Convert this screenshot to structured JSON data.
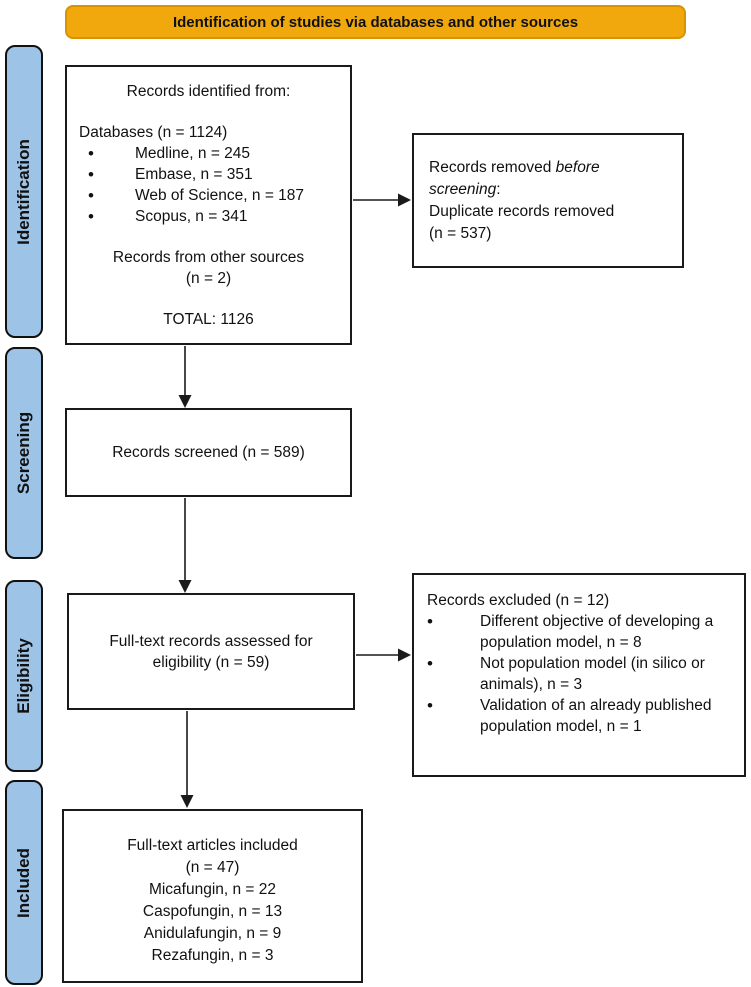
{
  "banner": {
    "title": "Identification of studies via databases and other sources"
  },
  "stages": [
    {
      "label": "Identification"
    },
    {
      "label": "Screening"
    },
    {
      "label": "Eligibility"
    },
    {
      "label": "Included"
    }
  ],
  "glyphs": {
    "bullet": "•"
  },
  "colors": {
    "banner_fill": "#F0A80C",
    "banner_border": "#D89204",
    "stage_fill": "#9DC3E6",
    "outline": "#1A1A1A"
  },
  "boxes": {
    "identified": {
      "heading": "Records identified from:",
      "databases_heading": "Databases (n = 1124)",
      "database_items": [
        "Medline, n = 245",
        "Embase, n = 351",
        "Web of Science, n = 187",
        "Scopus, n = 341"
      ],
      "other_sources_line1": "Records from other sources",
      "other_sources_line2": "(n = 2)",
      "total": "TOTAL: 1126"
    },
    "removed": {
      "line1_prefix": "Records removed ",
      "line1_italic": "before screening",
      "line1_suffix": ":",
      "line2": "Duplicate records removed",
      "line3": "(n = 537)"
    },
    "screened": {
      "text": "Records screened (n = 589)"
    },
    "assessed": {
      "text": "Full-text records assessed for eligibility (n = 59)"
    },
    "excluded": {
      "heading": "Records excluded (n = 12)",
      "items": [
        "Different objective of developing a population model, n = 8",
        "Not population model (in silico or animals), n = 3",
        "Validation of an already published population model, n = 1"
      ]
    },
    "included": {
      "lines": [
        "Full-text articles included",
        "(n = 47)",
        "Micafungin, n = 22",
        "Caspofungin, n = 13",
        "Anidulafungin, n = 9",
        "Rezafungin, n = 3"
      ]
    }
  }
}
